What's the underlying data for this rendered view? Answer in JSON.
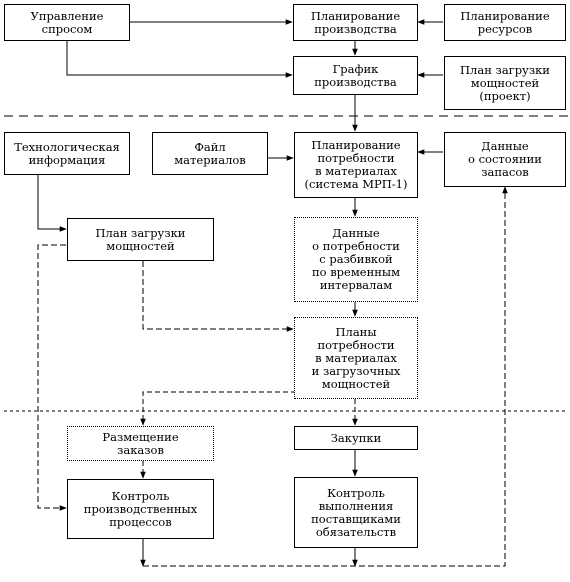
{
  "diagram": {
    "boxes": {
      "demand_management": "Управление\nспросом",
      "production_planning": "Планирование\nпроизводства",
      "resource_planning": "Планирование\nресурсов",
      "production_schedule": "График\nпроизводства",
      "capacity_plan_project": "План загрузки\nмощностей\n(проект)",
      "tech_info": "Технологическая\nинформация",
      "materials_file": "Файл\nматериалов",
      "mrp": "Планирование\nпотребности\nв материалах\n(система МРП-1)",
      "inventory_data": "Данные\nо состоянии\nзапасов",
      "capacity_plan": "План загрузки\nмощностей",
      "time_phased_data": "Данные\nо потребности\nс разбивкой\nпо временным\nинтервалам",
      "plans": "Планы\nпотребности\nв материалах\nи загрузочных\nмощностей",
      "order_placement": "Размещение\nзаказов",
      "purchasing": "Закупки",
      "production_control": "Контроль\nпроизводственных\nпроцессов",
      "supplier_control": "Контроль\nвыполнения\nпоставщиками\nобязательств"
    }
  }
}
